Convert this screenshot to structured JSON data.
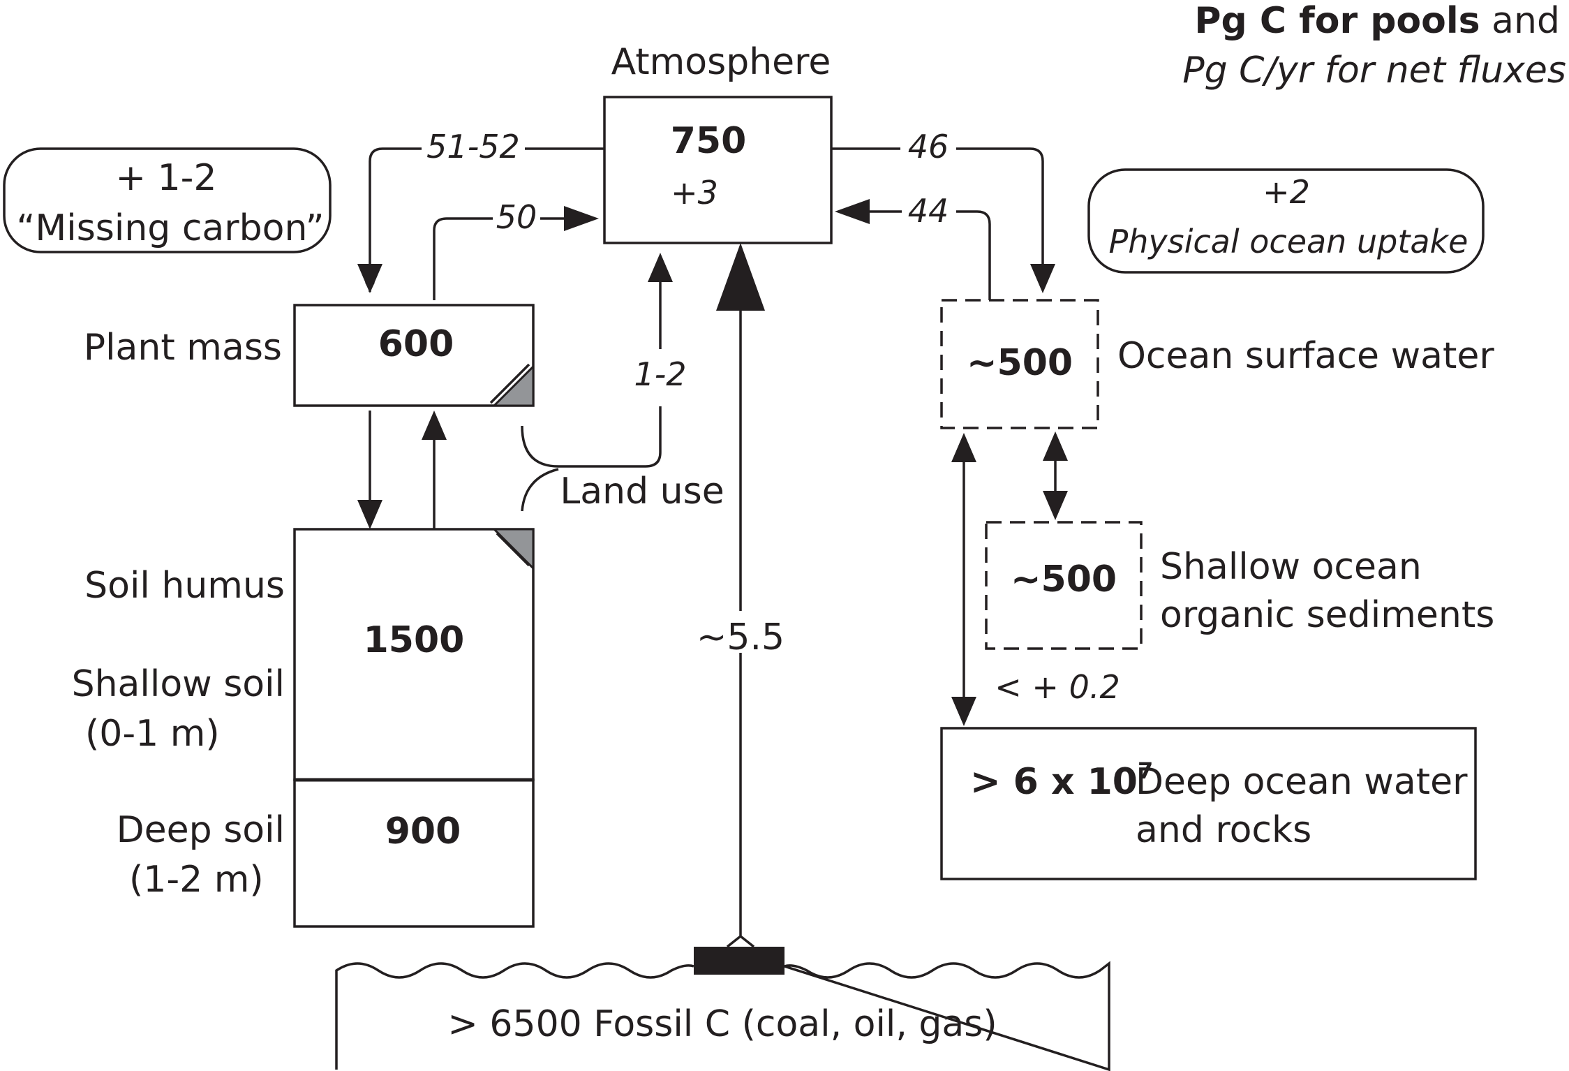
{
  "legend": {
    "line1_bold": "Pg C for pools",
    "line1_rest": " and",
    "line2": "Pg C/yr for net fluxes"
  },
  "atmosphere": {
    "label": "Atmosphere",
    "pool": "750",
    "net": "+3"
  },
  "missing_carbon": {
    "value": "+ 1-2",
    "label": "“Missing carbon”"
  },
  "ocean_uptake": {
    "value": "+2",
    "label": "Physical ocean uptake"
  },
  "fluxes": {
    "plant_in": "51-52",
    "plant_out": "50",
    "ocean_in": "46",
    "ocean_out": "44",
    "land_use": "1-2",
    "fossil": "~5.5",
    "sediment": "< + 0.2"
  },
  "plant": {
    "label": "Plant mass",
    "pool": "600"
  },
  "land_use_label": "Land use",
  "soil": {
    "humus_label": "Soil humus",
    "shallow_label_1": "Shallow soil",
    "shallow_label_2": "(0-1 m)",
    "shallow_pool": "1500",
    "deep_label_1": "Deep soil",
    "deep_label_2": "(1-2 m)",
    "deep_pool": "900"
  },
  "ocean_surface": {
    "label": "Ocean surface water",
    "pool": "~500"
  },
  "shallow_sediments": {
    "label_1": "Shallow ocean",
    "label_2": "organic sediments",
    "pool": "~500"
  },
  "deep_ocean": {
    "pool_prefix": "> 6 x 10",
    "pool_exp": "7",
    "label_1": "Deep ocean water",
    "label_2": "and rocks"
  },
  "fossil": {
    "label": "> 6500 Fossil C (coal, oil, gas)"
  }
}
